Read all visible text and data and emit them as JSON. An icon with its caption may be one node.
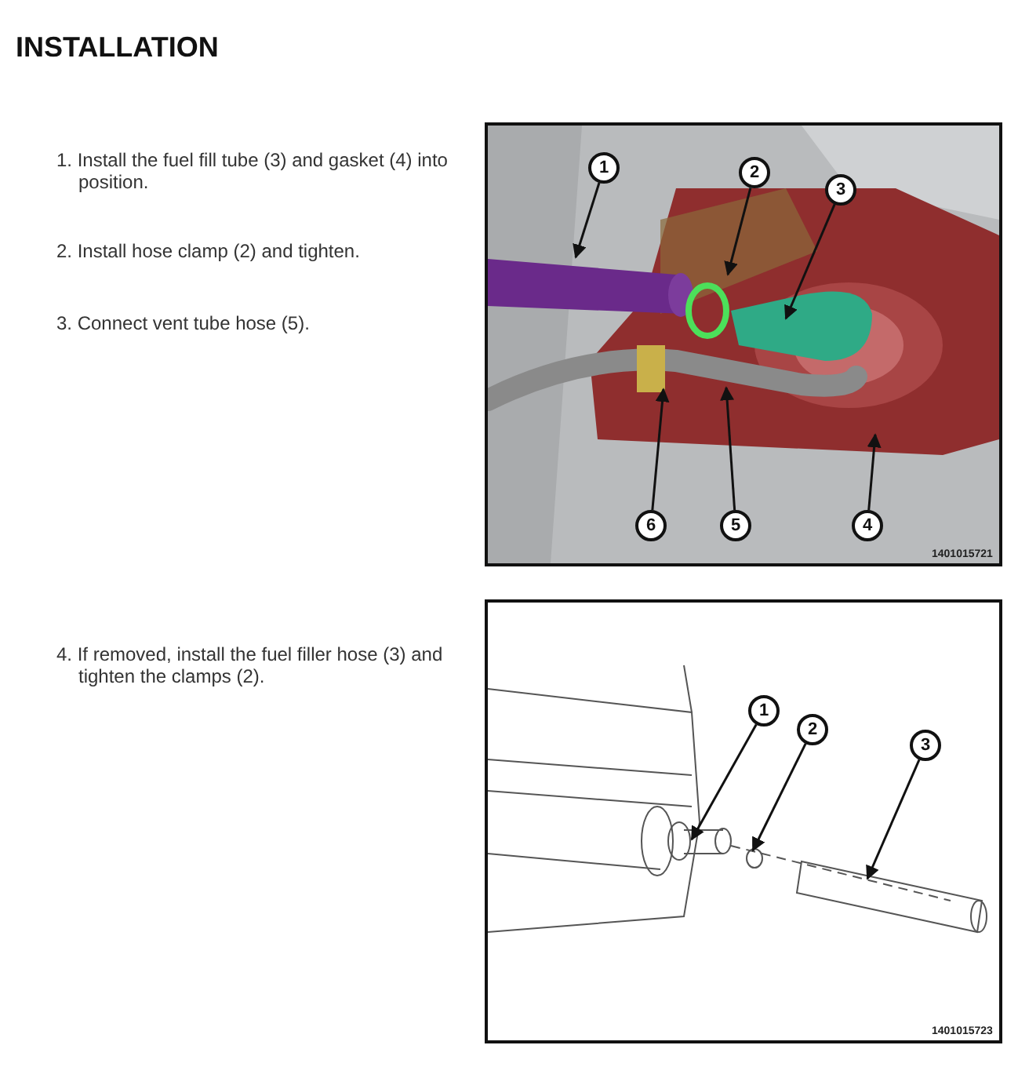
{
  "diagram": {
    "title": "INSTALLATION",
    "nodes": [
      {
        "text": [
          "1"
        ]
      },
      {
        "text": [
          "2"
        ]
      },
      {
        "text": [
          "3"
        ]
      },
      {
        "text": [
          "6"
        ]
      },
      {
        "text": [
          "5"
        ]
      },
      {
        "text": [
          "4"
        ]
      },
      {
        "text": [
          "1"
        ]
      },
      {
        "text": [
          "2"
        ]
      },
      {
        "text": [
          "3"
        ]
      }
    ],
    "edges": [
      {
        "from": 0,
        "to": null,
        "arrow": "to"
      },
      {
        "from": 1,
        "to": null,
        "arrow": "to"
      },
      {
        "from": 2,
        "to": null,
        "arrow": "to"
      },
      {
        "from": 3,
        "to": null,
        "arrow": "to"
      },
      {
        "from": 4,
        "to": null,
        "arrow": "to"
      },
      {
        "from": 5,
        "to": null,
        "arrow": "to"
      },
      {
        "from": 6,
        "to": null,
        "arrow": "to"
      },
      {
        "from": 7,
        "to": null,
        "arrow": "to"
      },
      {
        "from": 8,
        "to": null,
        "arrow": "to"
      }
    ],
    "labels": [
      "1. Install the fuel fill tube (3) and gasket (4) into position.",
      "2. Install hose clamp (2) and tighten.",
      "3. Connect vent tube hose (5).",
      "1401015721",
      "4. If removed, install the fuel filler hose (3) and tighten the clamps (2).",
      "1401015723"
    ]
  }
}
